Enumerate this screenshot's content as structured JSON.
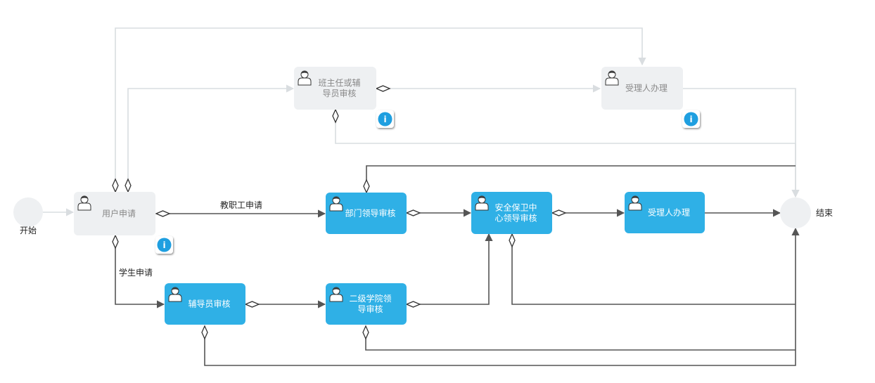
{
  "colors": {
    "active_fill": "#2fb0e6",
    "inactive_fill": "#eef0f2",
    "active_text": "#ffffff",
    "inactive_text": "#888888",
    "active_edge": "#555555",
    "inactive_edge": "#d9dde0",
    "event_fill": "#eef0f2",
    "info_badge": "#1f9fe0"
  },
  "events": {
    "start": {
      "label": "开始"
    },
    "end": {
      "label": "结束"
    }
  },
  "tasks": {
    "user_apply": {
      "label": "用户申请",
      "lines": [
        "用户申请"
      ],
      "state": "inactive"
    },
    "class_teacher": {
      "label": "班主任或辅导员审核",
      "lines": [
        "班主任或辅",
        "导员审核"
      ],
      "state": "inactive"
    },
    "handler_top": {
      "label": "受理人办理",
      "lines": [
        "受理人办理"
      ],
      "state": "inactive"
    },
    "dept_leader": {
      "label": "部门领导审核",
      "lines": [
        "部门领导审核"
      ],
      "state": "active"
    },
    "security_center": {
      "label": "安全保卫中心领导审核",
      "lines": [
        "安全保卫中",
        "心领导审核"
      ],
      "state": "active"
    },
    "handler_bottom": {
      "label": "受理人办理",
      "lines": [
        "受理人办理"
      ],
      "state": "active"
    },
    "counselor": {
      "label": "辅导员审核",
      "lines": [
        "辅导员审核"
      ],
      "state": "active"
    },
    "college_leader": {
      "label": "二级学院领导审核",
      "lines": [
        "二级学院领",
        "导审核"
      ],
      "state": "active"
    }
  },
  "edge_labels": {
    "staff_apply": "教职工申请",
    "student_apply": "学生申请"
  },
  "info_icon": "i"
}
